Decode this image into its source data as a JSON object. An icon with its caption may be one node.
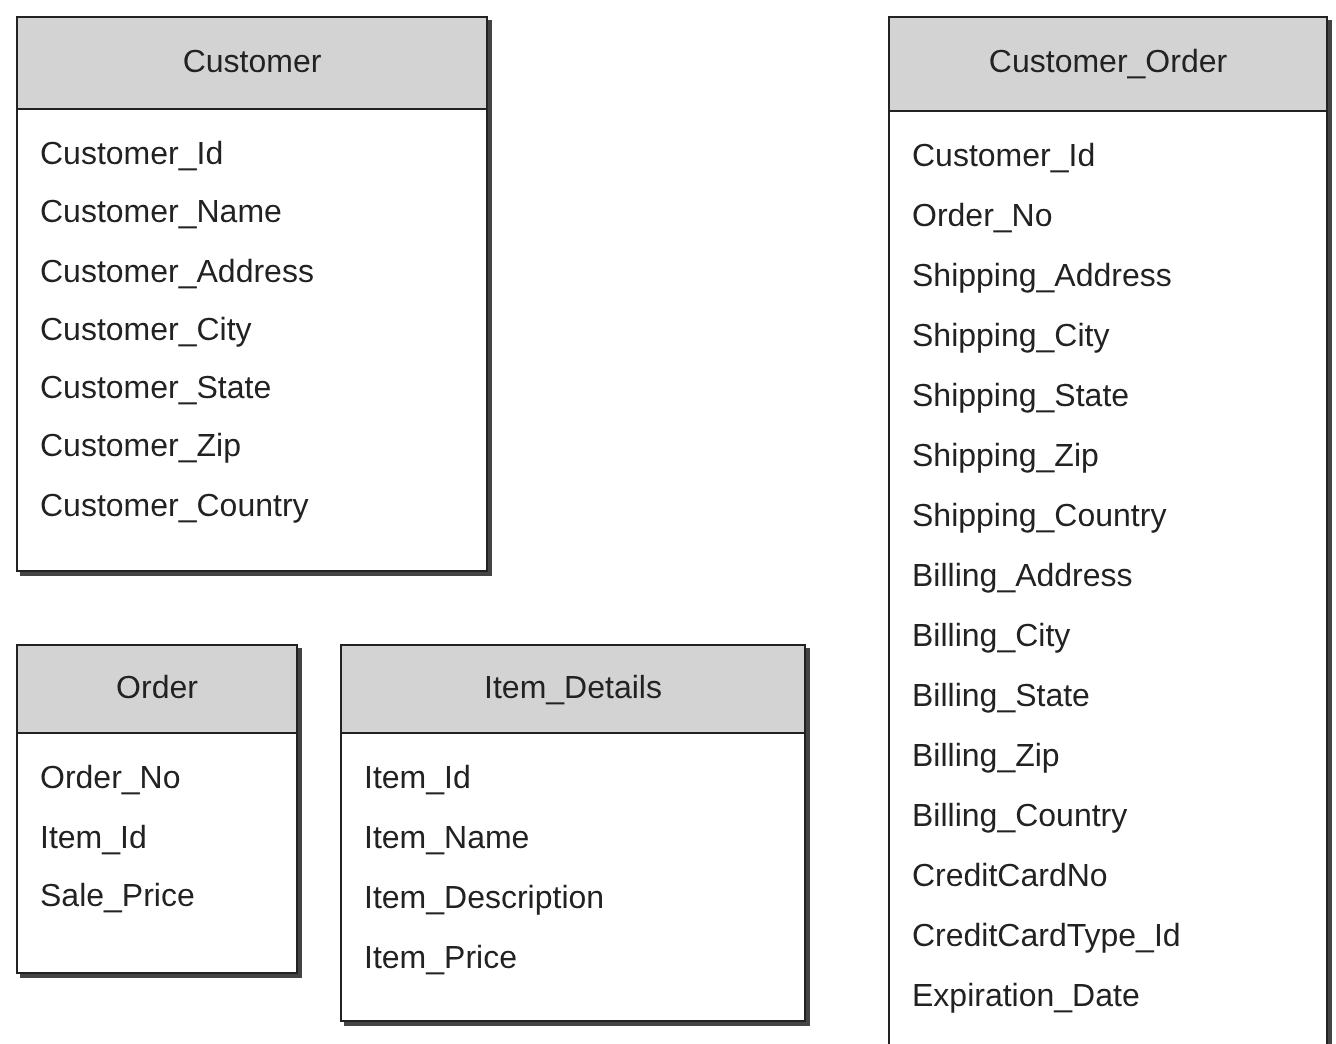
{
  "diagram": {
    "nodes": [
      {
        "text": [
          "Customer",
          "Customer_Id",
          "Customer_Name",
          "Customer_Address",
          "Customer_City",
          "Customer_State",
          "Customer_Zip",
          "Customer_Country"
        ]
      },
      {
        "text": [
          "Customer_Order",
          "Customer_Id",
          "Order_No",
          "Shipping_Address",
          "Shipping_City",
          "Shipping_State",
          "Shipping_Zip",
          "Shipping_Country",
          "Billing_Address",
          "Billing_City",
          "Billing_State",
          "Billing_Zip",
          "Billing_Country",
          "CreditCardNo",
          "CreditCardType_Id",
          "Expiration_Date"
        ]
      },
      {
        "text": [
          "Order",
          "Order_No",
          "Item_Id",
          "Sale_Price"
        ]
      },
      {
        "text": [
          "Item_Details",
          "Item_Id",
          "Item_Name",
          "Item_Description",
          "Item_Price"
        ]
      }
    ]
  }
}
